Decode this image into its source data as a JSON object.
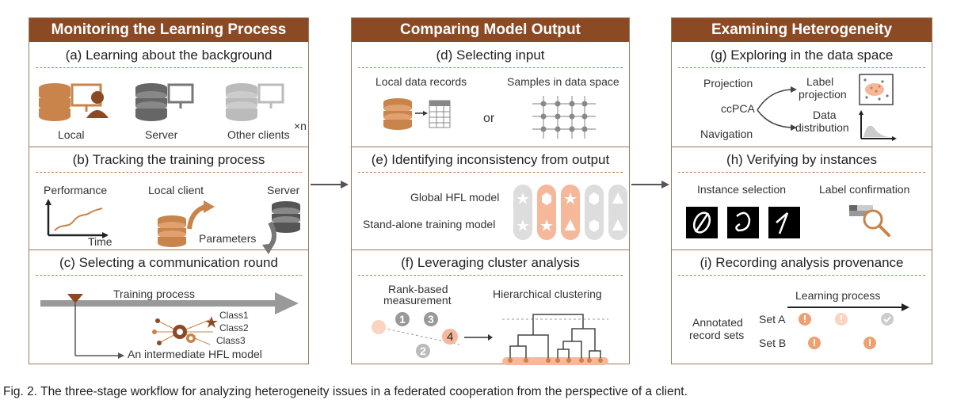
{
  "columns": [
    {
      "title": "Monitoring the Learning Process",
      "sections": [
        {
          "title": "(a) Learning about the background",
          "labels": {
            "local": "Local",
            "server": "Server",
            "others": "Other clients",
            "times": "×n"
          }
        },
        {
          "title": "(b) Tracking the training process",
          "labels": {
            "performance": "Performance",
            "time": "Time",
            "local_client": "Local client",
            "server": "Server",
            "parameters": "Parameters"
          }
        },
        {
          "title": "(c) Selecting a communication round",
          "labels": {
            "training": "Training process",
            "class1": "Class1",
            "class2": "Class2",
            "class3": "Class3",
            "intermediate": "An intermediate HFL model"
          }
        }
      ]
    },
    {
      "title": "Comparing Model Output",
      "sections": [
        {
          "title": "(d) Selecting input",
          "labels": {
            "local_records": "Local data records",
            "samples": "Samples in data space",
            "or": "or"
          }
        },
        {
          "title": "(e) Identifying inconsistency from output",
          "labels": {
            "global": "Global HFL model",
            "standalone": "Stand-alone training model"
          }
        },
        {
          "title": "(f) Leveraging cluster analysis",
          "labels": {
            "rank1": "Rank-based",
            "rank2": "measurement",
            "hier": "Hierarchical clustering",
            "n1": "1",
            "n2": "2",
            "n3": "3",
            "n4": "4"
          }
        }
      ]
    },
    {
      "title": "Examining Heterogeneity",
      "sections": [
        {
          "title": "(g) Exploring in the data space",
          "labels": {
            "projection": "Projection",
            "ccpca": "ccPCA",
            "navigation": "Navigation",
            "label_proj1": "Label",
            "label_proj2": "projection",
            "data_dist1": "Data",
            "data_dist2": "distribution"
          }
        },
        {
          "title": "(h) Verifying by instances",
          "labels": {
            "instance": "Instance selection",
            "label_conf": "Label confirmation"
          }
        },
        {
          "title": "(i) Recording analysis provenance",
          "labels": {
            "learning": "Learning process",
            "annot1": "Annotated",
            "annot2": "record sets",
            "seta": "Set A",
            "setb": "Set B"
          }
        }
      ]
    }
  ],
  "caption": "Fig. 2. The three-stage workflow for analyzing heterogeneity issues in a federated cooperation from the perspective of a client.",
  "colors": {
    "header": "#8b4a24",
    "accent": "#c8844a",
    "peach": "#f5b89a",
    "gray": "#7a7a7a"
  }
}
